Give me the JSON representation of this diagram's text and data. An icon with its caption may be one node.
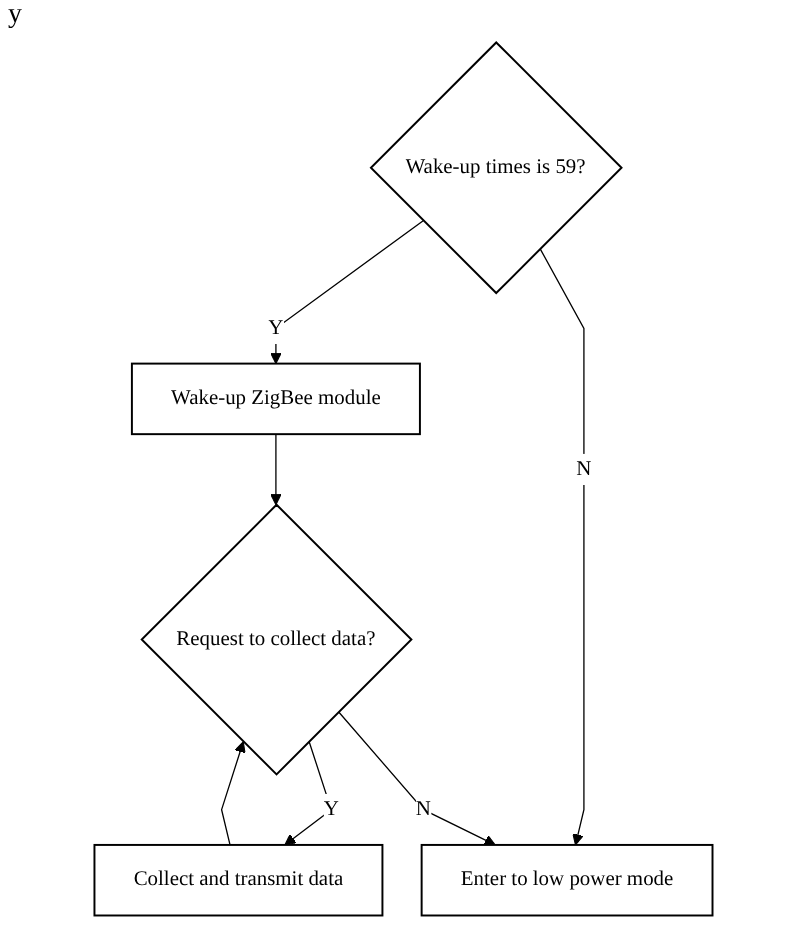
{
  "diagram": {
    "nodes": [
      {
        "text": [
          "Wake-up times is 59?"
        ]
      },
      {
        "text": [
          "Wake-up ZigBee module"
        ]
      },
      {
        "text": [
          "Request to collect data?"
        ]
      },
      {
        "text": [
          "Collect and transmit data"
        ]
      },
      {
        "text": [
          "Enter to low power mode"
        ]
      }
    ],
    "edges": [
      {
        "from": 0,
        "to": 1,
        "arrow": "to",
        "label": "Y"
      },
      {
        "from": 0,
        "to": 4,
        "arrow": "to",
        "label": "N"
      },
      {
        "from": 1,
        "to": 2,
        "arrow": "to"
      },
      {
        "from": 2,
        "to": 3,
        "arrow": "to",
        "label": "Y"
      },
      {
        "from": 2,
        "to": 4,
        "arrow": "to",
        "label": "N"
      },
      {
        "from": 3,
        "to": 2,
        "arrow": "to"
      }
    ],
    "labels": [
      "y"
    ]
  }
}
